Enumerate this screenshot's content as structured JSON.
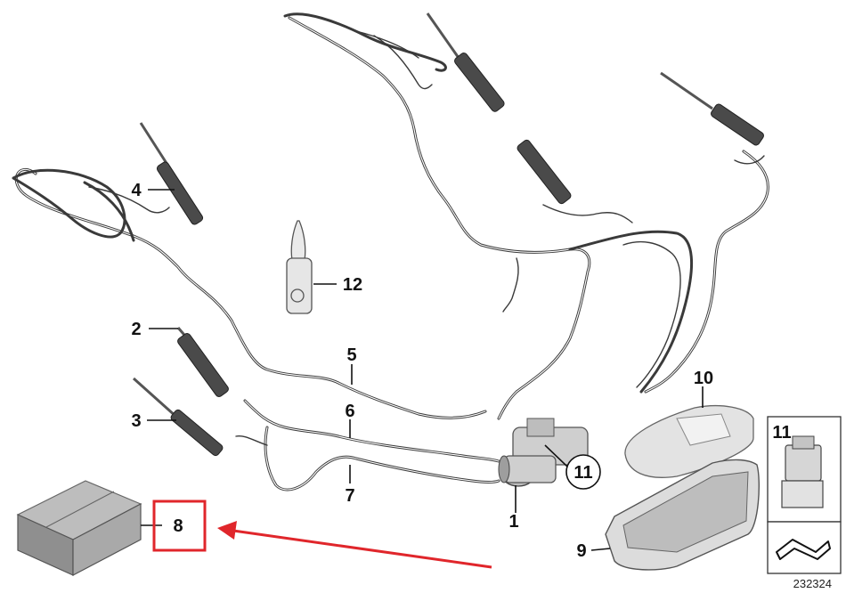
{
  "parts": [
    {
      "num": "1"
    },
    {
      "num": "2"
    },
    {
      "num": "3"
    },
    {
      "num": "4"
    },
    {
      "num": "5"
    },
    {
      "num": "6"
    },
    {
      "num": "7"
    },
    {
      "num": "8"
    },
    {
      "num": "9"
    },
    {
      "num": "10"
    },
    {
      "num": "11"
    },
    {
      "num": "12"
    }
  ],
  "callouts": {
    "circled_11": "11",
    "inset_11": "11"
  },
  "diagram_id": "232324",
  "colors": {
    "highlight": "#e0262b",
    "arrow": "#e0262b",
    "wire": "#3a3a3a",
    "part_grey": "#d9d9d9"
  }
}
